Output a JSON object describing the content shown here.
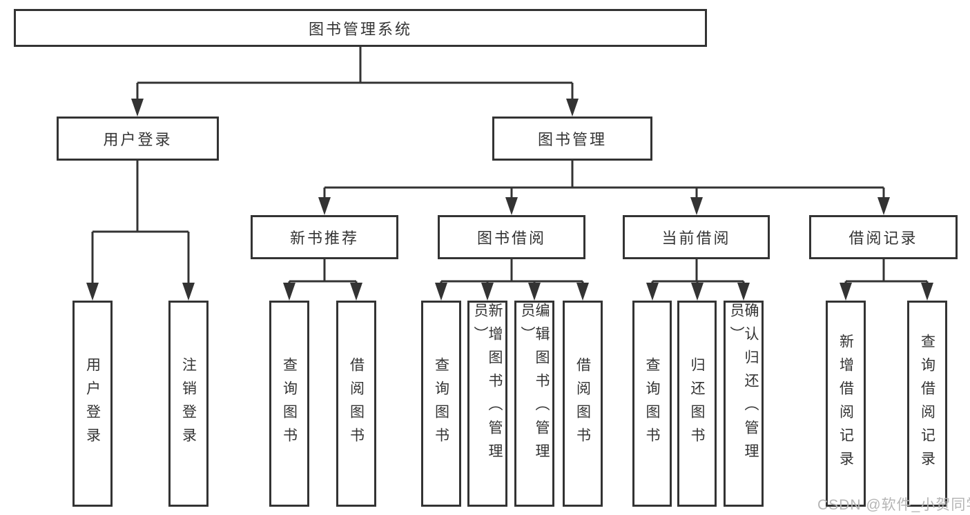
{
  "nodes": {
    "root": "图书管理系统",
    "user_login": "用户登录",
    "book_mgmt": "图书管理",
    "new_book_rec": "新书推荐",
    "book_borrow": "图书借阅",
    "current_borrow": "当前借阅",
    "borrow_records": "借阅记录",
    "leaf_user_login": "用户登录",
    "leaf_logout": "注销登录",
    "nb_query_books": "查询图书",
    "nb_borrow_books": "借阅图书",
    "bb_query_books": "查询图书",
    "bb_add_books_admin": "新增图书（管理员）",
    "bb_edit_books_admin": "编辑图书（管理员）",
    "bb_borrow_books": "借阅图书",
    "cb_query_books": "查询图书",
    "cb_return_books": "归还图书",
    "cb_confirm_return_admin": "确认归还（管理员）",
    "br_add_record": "新增借阅记录",
    "br_query_record": "查询借阅记录"
  },
  "watermark": "CSDN @软件_小贺同学",
  "colors": {
    "line": "#333333",
    "text": "#333333",
    "watermark": "#b5b5b5",
    "background": "#ffffff"
  }
}
